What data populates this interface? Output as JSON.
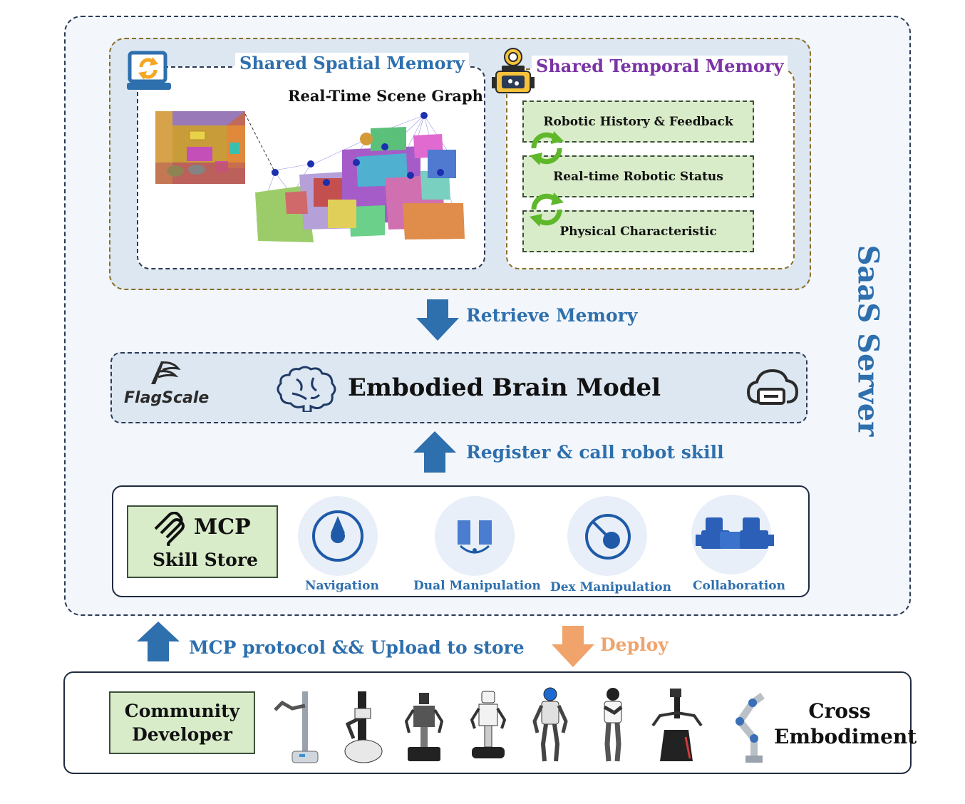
{
  "saas_label": "SaaS Server",
  "memory": {
    "spatial_title": "Shared Spatial Memory",
    "scene_graph_title": "Real-Time Scene Graph",
    "temporal_title": "Shared Temporal Memory",
    "temporal_items": [
      "Robotic History & Feedback",
      "Real-time Robotic Status",
      "Physical Characteristic"
    ]
  },
  "arrows": {
    "retrieve": "Retrieve Memory",
    "register": "Register & call robot skill",
    "upload": "MCP protocol && Upload to store",
    "deploy": "Deploy"
  },
  "brain": {
    "logo_text": "FlagScale",
    "title": "Embodied Brain Model"
  },
  "skill_store": {
    "mcp": "MCP",
    "store": "Skill Store",
    "skills": [
      "Navigation",
      "Dual Manipulation",
      "Dex Manipulation",
      "Collaboration"
    ]
  },
  "bottom": {
    "developer": [
      "Community",
      "Developer"
    ],
    "cross": [
      "Cross",
      "Embodiment"
    ]
  },
  "colors": {
    "blue": "#2e6fad",
    "orange": "#f0a36b",
    "green": "#d9ecc9",
    "purple": "#7a33a6"
  }
}
